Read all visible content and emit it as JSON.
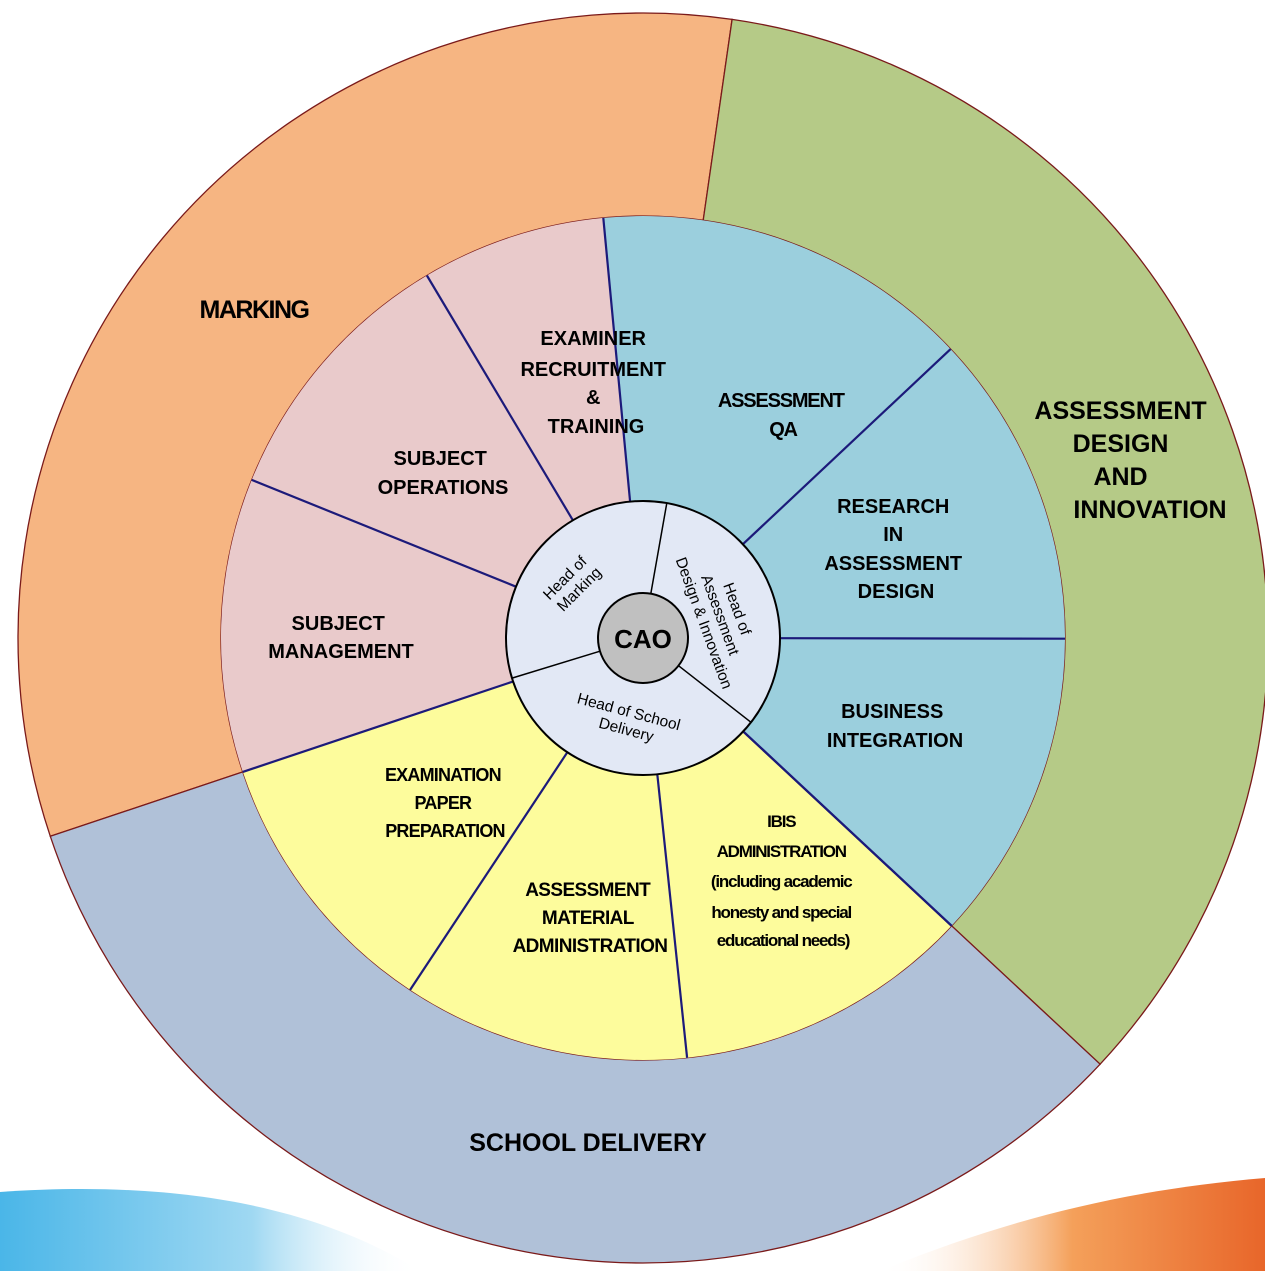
{
  "colors": {
    "marking": "#f6b582",
    "assessment_design": "#b5ca87",
    "school_delivery": "#b0c1d8",
    "marking_units": "#e9cacb",
    "assessment_units": "#9bcfdd",
    "delivery_units": "#fdfc9c",
    "heads_ring": "#e2e8f5",
    "cao": "#c0c0c0",
    "outer_stroke": "#7a1a1a",
    "divider": "#1c1a7a"
  },
  "outer_ring": {
    "marking": "MARKING",
    "assessment_design": [
      "ASSESSMENT",
      "DESIGN",
      "AND",
      "INNOVATION"
    ],
    "school_delivery": "SCHOOL DELIVERY"
  },
  "units": {
    "examiner_recruitment": [
      "EXAMINER",
      "RECRUITMENT",
      "&",
      "TRAINING"
    ],
    "subject_operations": [
      "SUBJECT",
      "OPERATIONS"
    ],
    "subject_management": [
      "SUBJECT",
      "MANAGEMENT"
    ],
    "assessment_qa": [
      "ASSESSMENT",
      "QA"
    ],
    "research": [
      "RESEARCH",
      "IN",
      "ASSESSMENT",
      "DESIGN"
    ],
    "business_integration": [
      "BUSINESS",
      "INTEGRATION"
    ],
    "examination_paper": [
      "EXAMINATION",
      "PAPER",
      "PREPARATION"
    ],
    "assessment_material": [
      "ASSESSMENT",
      "MATERIAL",
      "ADMINISTRATION"
    ],
    "ibis": [
      "IBIS",
      "ADMINISTRATION",
      "(including academic",
      "honesty and special",
      "educational needs)"
    ]
  },
  "heads": {
    "marking": [
      "Head of",
      "Marking"
    ],
    "assessment": [
      "Head of",
      "Assessment",
      "Design & Innovation"
    ],
    "school_delivery": [
      "Head of School",
      "Delivery"
    ]
  },
  "center": "CAO"
}
